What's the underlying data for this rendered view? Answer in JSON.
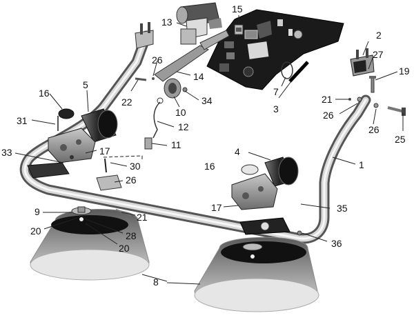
{
  "diagram": {
    "callouts": [
      "1",
      "2",
      "3",
      "4",
      "5",
      "7",
      "8",
      "9",
      "10",
      "11",
      "12",
      "13",
      "14",
      "15",
      "16",
      "17",
      "19",
      "20",
      "21",
      "22",
      "25",
      "26",
      "27",
      "28",
      "30",
      "31",
      "33",
      "34",
      "35",
      "36"
    ],
    "labels": {
      "c1": "1",
      "c2": "2",
      "c3": "3",
      "c4": "4",
      "c5": "5",
      "c7": "7",
      "c8": "8",
      "c9": "9",
      "c10": "10",
      "c11": "11",
      "c12": "12",
      "c13": "13",
      "c14": "14",
      "c15": "15",
      "c16a": "16",
      "c16b": "16",
      "c17a": "17",
      "c17b": "17",
      "c19": "19",
      "c20a": "20",
      "c20b": "20",
      "c21a": "21",
      "c21b": "21",
      "c22": "22",
      "c25": "25",
      "c26a": "26",
      "c26b": "26",
      "c26c": "26",
      "c26d": "26",
      "c27": "27",
      "c28": "28",
      "c30": "30",
      "c31": "31",
      "c33": "33",
      "c34": "34",
      "c35": "35",
      "c36": "36"
    }
  }
}
